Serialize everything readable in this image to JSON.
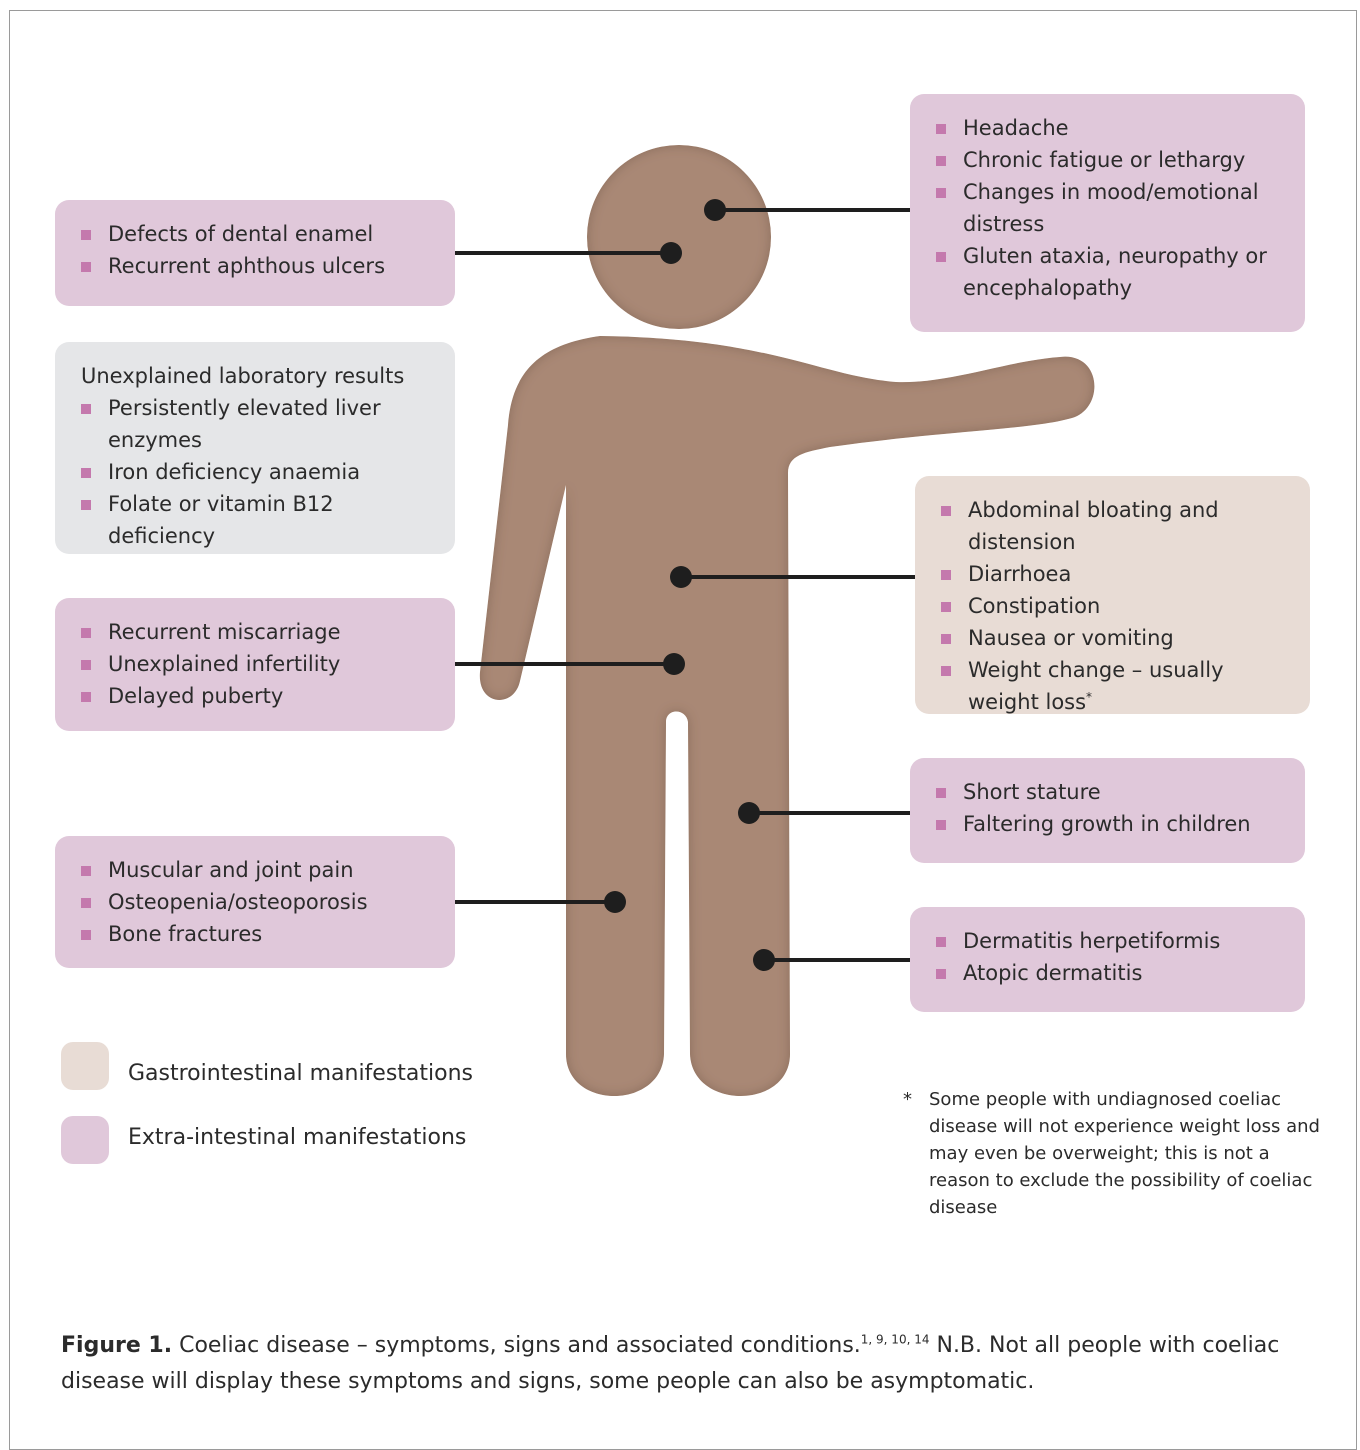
{
  "boxes": {
    "mouth": {
      "items": [
        "Defects of dental enamel",
        "Recurrent aphthous ulcers"
      ]
    },
    "lab": {
      "heading": "Unexplained laboratory results",
      "items": [
        "Persistently elevated liver enzymes",
        "Iron deficiency anaemia",
        "Folate or vitamin B12 deficiency"
      ]
    },
    "reproductive": {
      "items": [
        "Recurrent miscarriage",
        "Unexplained infertility",
        "Delayed puberty"
      ]
    },
    "musculoskeletal": {
      "items": [
        "Muscular and joint pain",
        "Osteopenia/osteoporosis",
        "Bone fractures"
      ]
    },
    "neuro": {
      "items": [
        "Headache",
        "Chronic fatigue or lethargy",
        "Changes in mood/emotional distress",
        "Gluten ataxia, neuropathy or encephalopathy"
      ]
    },
    "gastro": {
      "items": [
        "Abdominal bloating and distension",
        "Diarrhoea",
        "Constipation",
        "Nausea or vomiting",
        "Weight change – usually weight loss"
      ],
      "footnote_mark": "*"
    },
    "growth": {
      "items": [
        "Short stature",
        "Faltering growth in children"
      ]
    },
    "skin": {
      "items": [
        "Dermatitis herpetiformis",
        "Atopic dermatitis"
      ]
    }
  },
  "legend": {
    "gastro": "Gastrointestinal manifestations",
    "extra": "Extra-intestinal manifestations"
  },
  "footnote": {
    "mark": "*",
    "text": "Some people with undiagnosed coeliac disease will not experience weight loss and may even be overweight; this is not a reason to exclude the possibility of coeliac disease"
  },
  "caption": {
    "label": "Figure 1.",
    "text": "Coeliac disease – symptoms, signs and associated conditions.",
    "refs": "1, 9, 10, 14",
    "note": "N.B. Not all people with coeliac disease will display these symptoms and signs, some people can also be asymptomatic."
  },
  "colors": {
    "extra_intestinal": "#e0c8da",
    "gastrointestinal": "#e8dcd5",
    "laboratory": "#e5e6e8",
    "figure": "#a98875",
    "bullet": "#c479ad"
  }
}
